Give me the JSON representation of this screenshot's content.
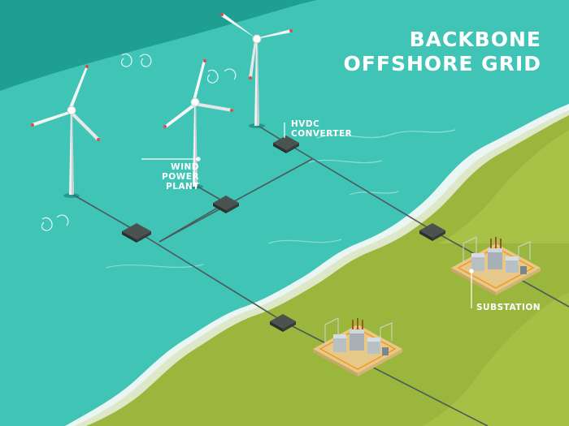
{
  "title": {
    "line1": "BACKBONE",
    "line2": "OFFSHORE GRID"
  },
  "labels": {
    "hvdc_line1": "HVDC",
    "hvdc_line2": "CONVERTER",
    "wind_line1": "WIND",
    "wind_line2": "POWER",
    "wind_line3": "PLANT",
    "substation": "SUBSTATION"
  },
  "colors": {
    "deep_sea": "#1e9f92",
    "shallow_sea": "#3fc4b6",
    "surf": "#e9f6f3",
    "sand": "#dfe7c9",
    "land": "#9ab63c",
    "land_light": "#b2c94e",
    "cable": "#4b5a5a",
    "converter": "#3d4340",
    "title": "#ffffff"
  }
}
